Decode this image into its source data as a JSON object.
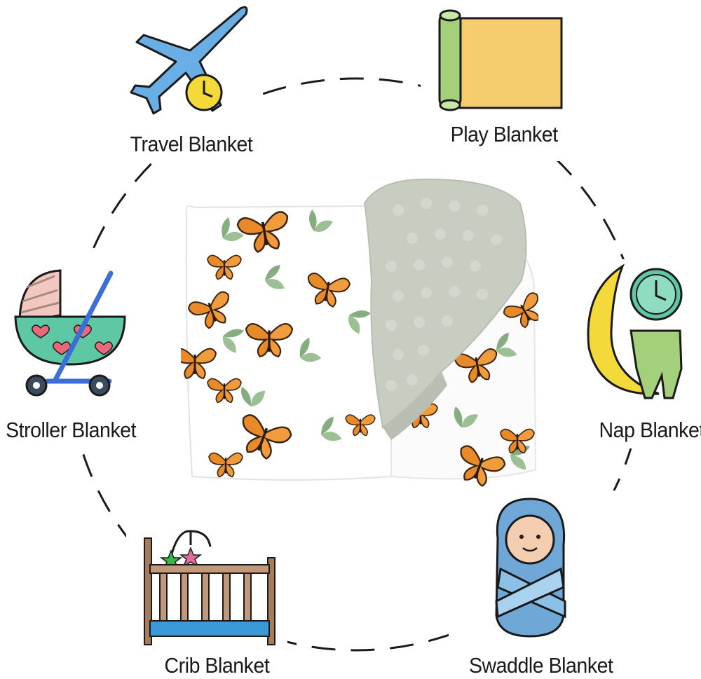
{
  "uses": [
    {
      "key": "travel",
      "label": "Travel Blanket",
      "icon": "airplane-clock-icon"
    },
    {
      "key": "play",
      "label": "Play Blanket",
      "icon": "play-mat-roll-icon"
    },
    {
      "key": "nap",
      "label": "Nap Blanket",
      "icon": "moon-clock-blanket-icon"
    },
    {
      "key": "swaddle",
      "label": "Swaddle Blanket",
      "icon": "swaddled-baby-icon"
    },
    {
      "key": "crib",
      "label": "Crib Blanket",
      "icon": "crib-icon"
    },
    {
      "key": "stroller",
      "label": "Stroller Blanket",
      "icon": "stroller-icon"
    }
  ],
  "product": {
    "name": "butterfly-minky-blanket",
    "pattern": "monarch butterflies and green leaves",
    "reverse": "sage minky dot"
  },
  "colors": {
    "sage": "#c8cdc2",
    "butterfly": "#e8892a",
    "leaf": "#8fb58a",
    "outline": "#1a1a1a"
  }
}
